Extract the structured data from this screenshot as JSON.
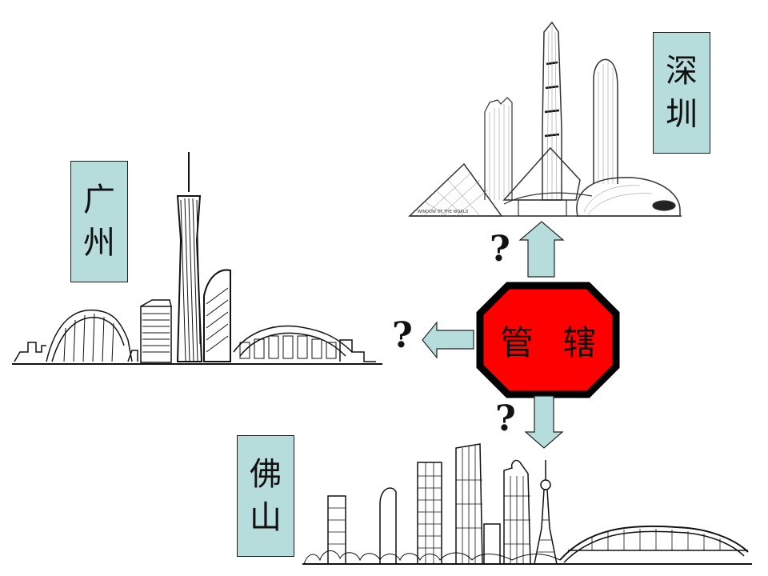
{
  "center": {
    "label_chars": [
      "管",
      "辖"
    ],
    "label": "管辖",
    "fill_color": "#ff0000",
    "border_color": "#000000",
    "shape": "octagon"
  },
  "arrows": {
    "fill_color": "#b7dcdc",
    "items": [
      {
        "direction": "up",
        "target": "深圳",
        "question_mark": "?"
      },
      {
        "direction": "left",
        "target": "广州",
        "question_mark": "?"
      },
      {
        "direction": "down",
        "target": "佛山",
        "question_mark": "?"
      }
    ]
  },
  "cities": {
    "shenzhen": {
      "chars": [
        "深",
        "圳"
      ],
      "name": "深圳",
      "skyline_caption": "WINDOW OF THE WORLD"
    },
    "guangzhou": {
      "chars": [
        "广",
        "州"
      ],
      "name": "广州"
    },
    "foshan": {
      "chars": [
        "佛",
        "山"
      ],
      "name": "佛山"
    }
  },
  "label_box_color": "#b7dcdc"
}
